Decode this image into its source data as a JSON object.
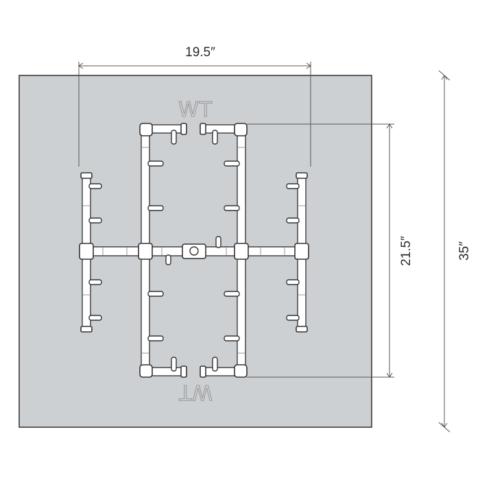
{
  "dimensions": {
    "burner_width": "19.5″",
    "burner_height": "21.5″",
    "pan_size": "35″"
  },
  "labels": {
    "wt_top": "WT",
    "wt_bottom": "WT"
  },
  "colors": {
    "pan_fill": "#cdd0d3",
    "pan_stroke": "#2f2f2f",
    "pipe": "#3a3a3a",
    "wt_label": "#9a9a9a"
  }
}
